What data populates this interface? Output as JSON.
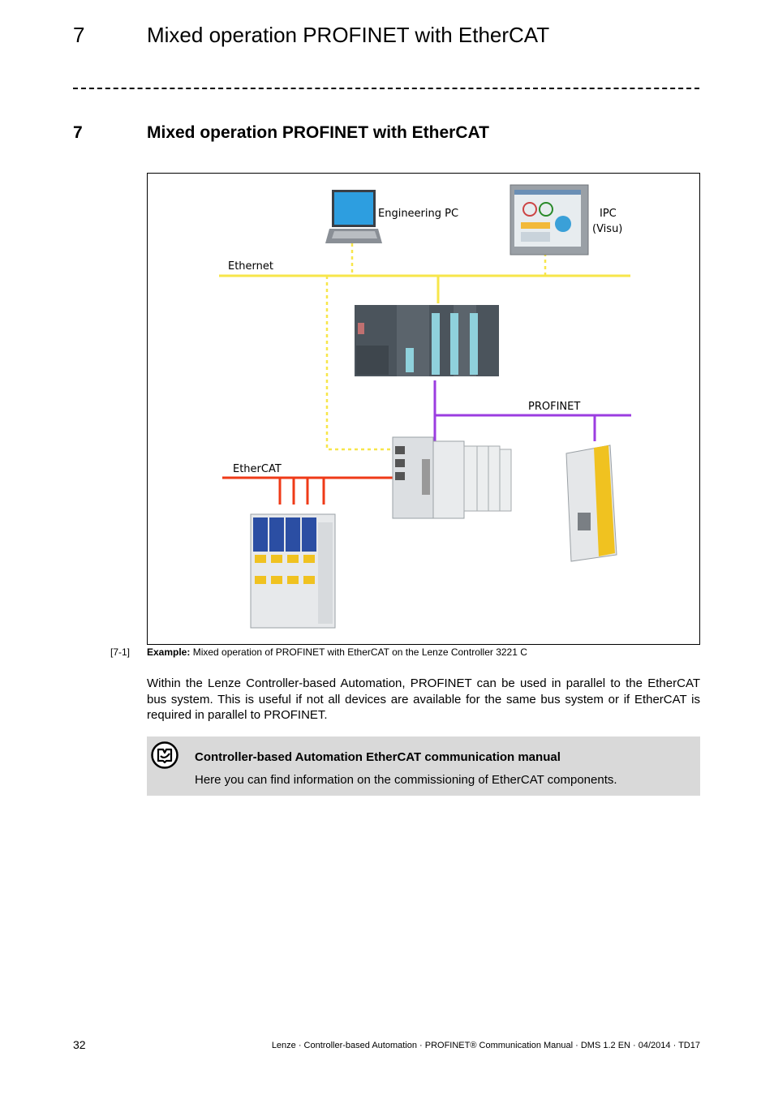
{
  "header": {
    "chapter_number": "7",
    "chapter_title": "Mixed operation PROFINET with EtherCAT"
  },
  "section": {
    "number": "7",
    "title": "Mixed operation PROFINET with EtherCAT"
  },
  "figure": {
    "labels": {
      "engineering_pc": "Engineering PC",
      "ipc_line1": "IPC",
      "ipc_line2": "(Visu)",
      "ethernet": "Ethernet",
      "profinet": "PROFINET",
      "ethercat": "EtherCAT"
    },
    "colors": {
      "ethernet": "#f7e64a",
      "profinet": "#9b3de0",
      "ethercat": "#ef3a17"
    },
    "caption_number": "[7-1]",
    "caption_bold": "Example:",
    "caption_text": " Mixed operation of PROFINET with EtherCAT on the Lenze Controller 3221 C"
  },
  "body": {
    "paragraph": "Within the Lenze Controller-based Automation, PROFINET can be used in parallel to the EtherCAT bus system. This is useful if not all devices are available for the same bus system or if EtherCAT is required in parallel to PROFINET."
  },
  "note": {
    "icon": "manual-reference-icon",
    "title": "Controller-based Automation EtherCAT communication manual",
    "text": "Here you can find information on the commissioning of EtherCAT components."
  },
  "footer": {
    "page_number": "32",
    "text": "Lenze · Controller-based Automation · PROFINET® Communication Manual · DMS 1.2 EN · 04/2014 · TD17"
  }
}
